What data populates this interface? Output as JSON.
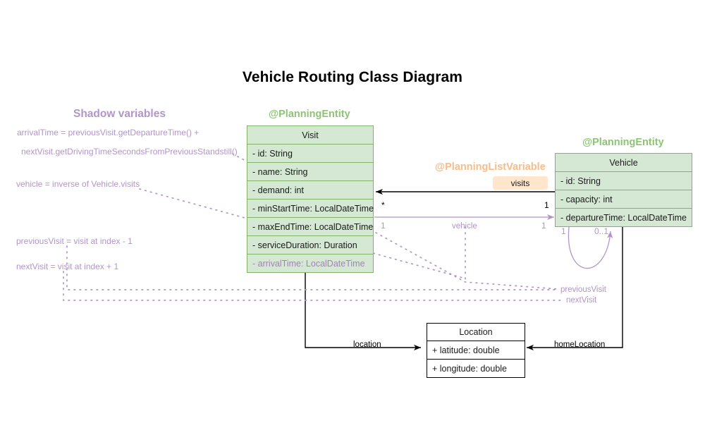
{
  "title": "Vehicle Routing Class Diagram",
  "shadow_panel": {
    "heading": "Shadow variables",
    "lines": [
      "arrivalTime = previousVisit.getDepartureTime() +",
      "nextVisit.getDrivingTimeSecondsFromPreviousStandstill()",
      "vehicle = inverse of Vehicle.visits",
      "previousVisit = visit at index - 1",
      "nextVisit = visit at index + 1"
    ]
  },
  "classes": {
    "visit": {
      "stereotype": "@PlanningEntity",
      "name": "Visit",
      "attributes": [
        "- id: String",
        "- name: String",
        "- demand: int",
        "- minStartTime: LocalDateTime",
        "- maxEndTime: LocalDateTime",
        "- serviceDuration: Duration"
      ],
      "shadow_attributes": [
        "- arrivalTime: LocalDateTime"
      ]
    },
    "vehicle": {
      "stereotype": "@PlanningEntity",
      "name": "Vehicle",
      "attributes": [
        "- id: String",
        "- capacity: int",
        "- departureTime: LocalDateTime"
      ]
    },
    "location": {
      "name": "Location",
      "attributes": [
        "+ latitude: double",
        "+ longitude: double"
      ]
    }
  },
  "relations": {
    "visits": {
      "stereotype": "@PlanningListVariable",
      "badge": "visits",
      "source_multiplicity": "1",
      "target_multiplicity": "*"
    },
    "vehicle_ref": {
      "label": "vehicle",
      "source_multiplicity": "1",
      "target_multiplicity": "1"
    },
    "visit_location": {
      "label": "location"
    },
    "vehicle_home_location": {
      "label": "homeLocation"
    },
    "previous_visit": {
      "label": "previousVisit",
      "source_multiplicity": "1",
      "target_multiplicity": "0..1"
    },
    "next_visit": {
      "label": "nextVisit"
    }
  },
  "colors": {
    "entity_fill": "#d5e8d4",
    "entity_stroke": "#82b366",
    "stereotype_green": "#8cc474",
    "stereotype_orange": "#f7bc8a",
    "badge_fill": "#ffe6cc",
    "shadow_purple": "#b195c9",
    "plain_stroke": "#000000"
  }
}
